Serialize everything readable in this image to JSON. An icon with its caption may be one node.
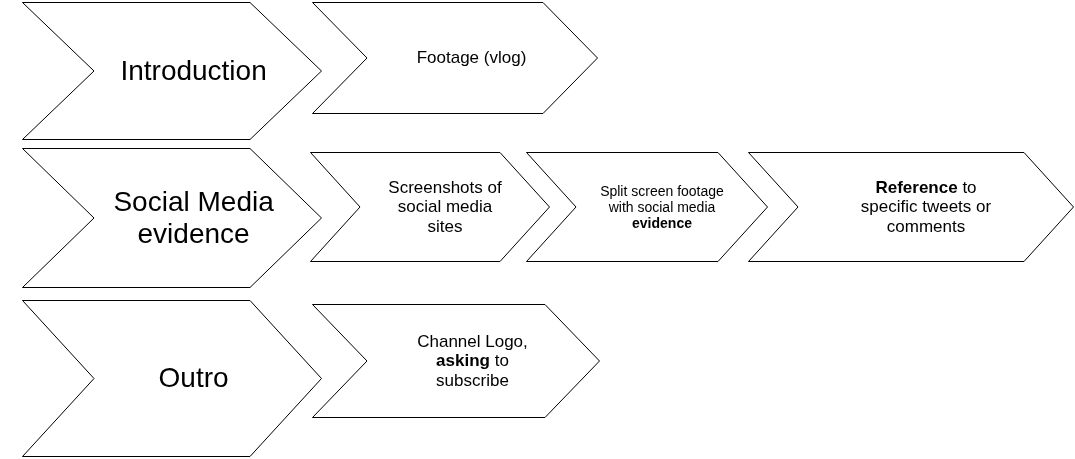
{
  "diagram": {
    "nodes": [
      {
        "text": [
          "Introduction"
        ]
      },
      {
        "text": [
          "Footage (vlog)"
        ]
      },
      {
        "text": [
          "Social Media evidence"
        ]
      },
      {
        "text": [
          "Screenshots of social media sites"
        ]
      },
      {
        "text": [
          "Split screen footage with social media **evidence**"
        ]
      },
      {
        "text": [
          "**Reference** to specific tweets or comments"
        ]
      },
      {
        "text": [
          "Outro"
        ]
      },
      {
        "text": [
          "Channel Logo, **asking** to subscribe"
        ]
      }
    ]
  }
}
